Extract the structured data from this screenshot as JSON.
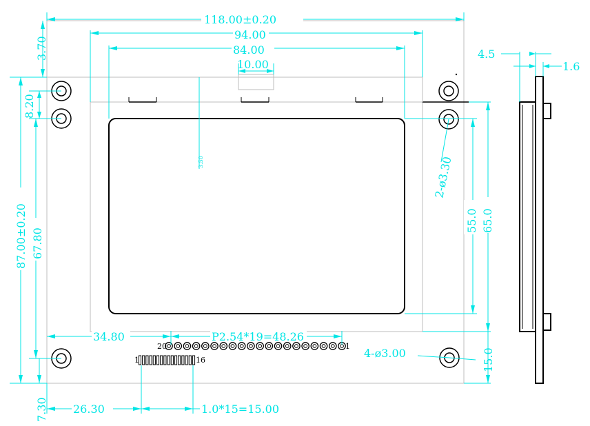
{
  "colors": {
    "dimension": "#00e5e5",
    "outline": "#000000",
    "faint": "#bdbdbd"
  },
  "dimensions": {
    "overall_width": "118.00±0.20",
    "hole_span_x": "94.00",
    "view_width": "84.00",
    "tab_width": "10.00",
    "small_offset": "3.50",
    "top_offset": "3.70",
    "hole_pitch": "8.20",
    "overall_height": "87.00±0.20",
    "hole_span_y": "67.80",
    "bottom_offset": "7.30",
    "view_height": "55.0",
    "outline_height": "65.0",
    "bottom_hole_offset": "15.0",
    "top_hole_note": "2-ø3.30",
    "corner_hole_note": "4-ø3.00",
    "pin_offset_x": "34.80",
    "pin_pitch_note": "P2.54*19=48.26",
    "fpc_offset_x": "26.30",
    "fpc_pitch_note": "1.0*15=15.00",
    "side_thickness": "4.5",
    "side_board": "1.6"
  },
  "pins": {
    "header_first": "20",
    "header_last": "1",
    "header_count": 20,
    "fpc_first": "1",
    "fpc_last": "16",
    "fpc_count": 16
  }
}
